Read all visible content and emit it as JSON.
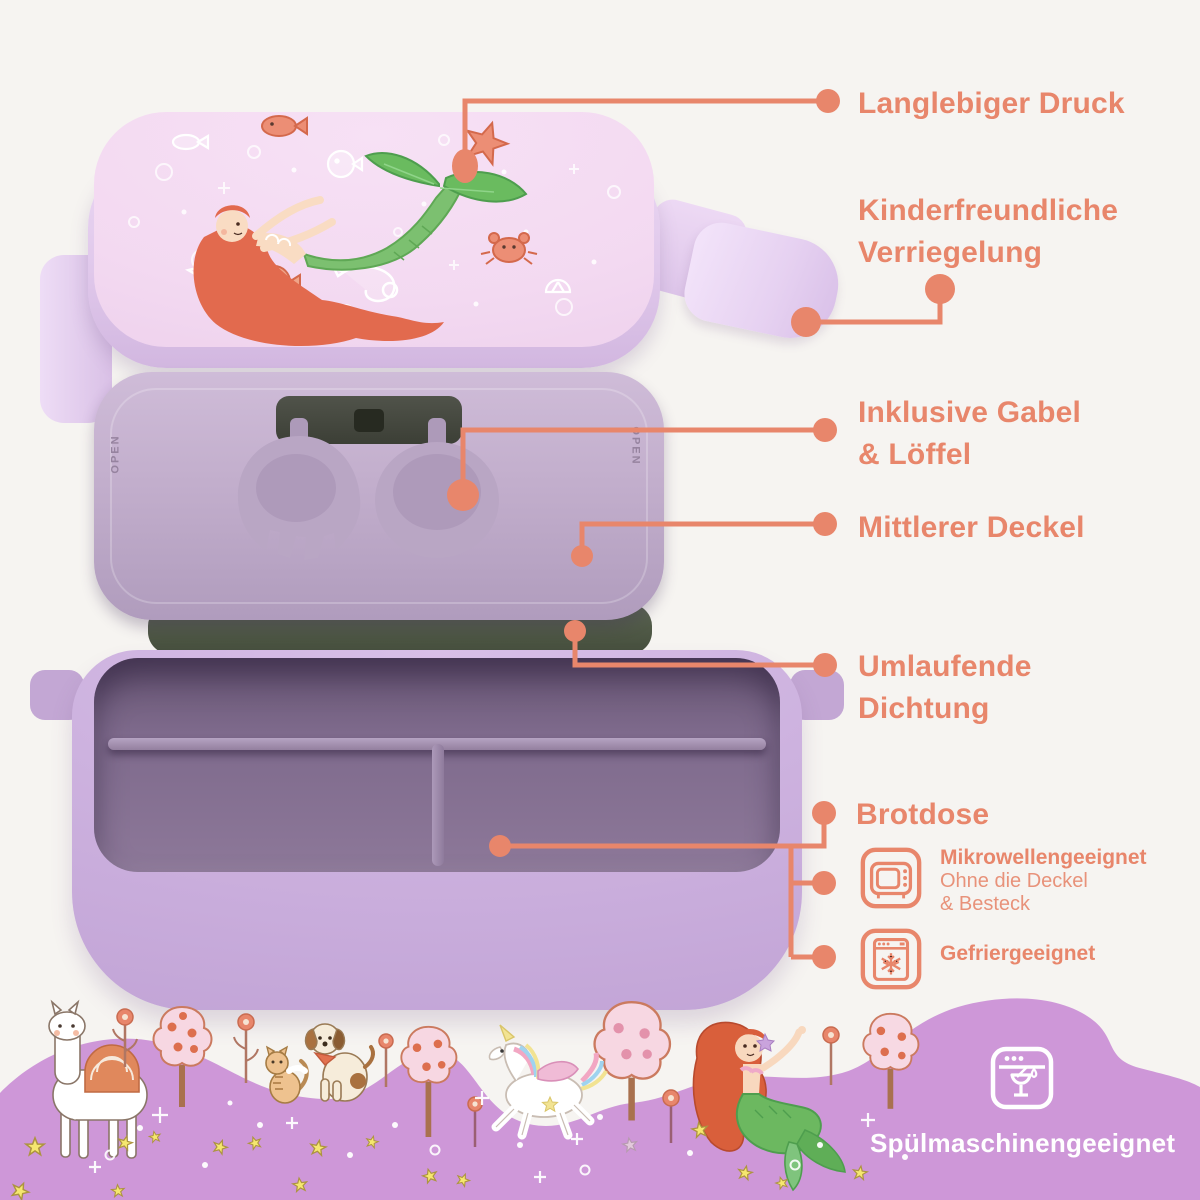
{
  "palette": {
    "background": "#F6F4F1",
    "accent_salmon": "#E8866B",
    "band_purple": "#CE97D8",
    "lid_print_pink": "#F3D9F1",
    "lid_lilac": "#E0C8EB",
    "mid_lid_lilac": "#C2AECC",
    "clip_dark": "#3C3F36",
    "seal_dark": "#4F5844",
    "box_lilac": "#CDB2DF",
    "box_inner_dark": "#7E6A8C",
    "badge_text_white": "#FFFFFF"
  },
  "callouts": [
    {
      "label": "Langlebiger Druck"
    },
    {
      "lines": [
        "Kinderfreundliche",
        "Verriegelung"
      ]
    },
    {
      "lines": [
        "Inklusive Gabel",
        "& Löffel"
      ]
    },
    {
      "label": "Mittlerer Deckel"
    },
    {
      "lines": [
        "Umlaufende",
        "Dichtung"
      ]
    },
    {
      "label": "Brotdose"
    }
  ],
  "features": [
    {
      "icon": "microwave-icon",
      "title": "Mikrowellengeeignet",
      "subtitle": [
        "Ohne die Deckel",
        "& Besteck"
      ]
    },
    {
      "icon": "freezer-icon",
      "title": "Gefriergeeignet"
    }
  ],
  "footer": {
    "icon": "dishwasher-icon",
    "label": "Spülmaschinengeeignet"
  },
  "product": {
    "engraving": "OPEN"
  }
}
